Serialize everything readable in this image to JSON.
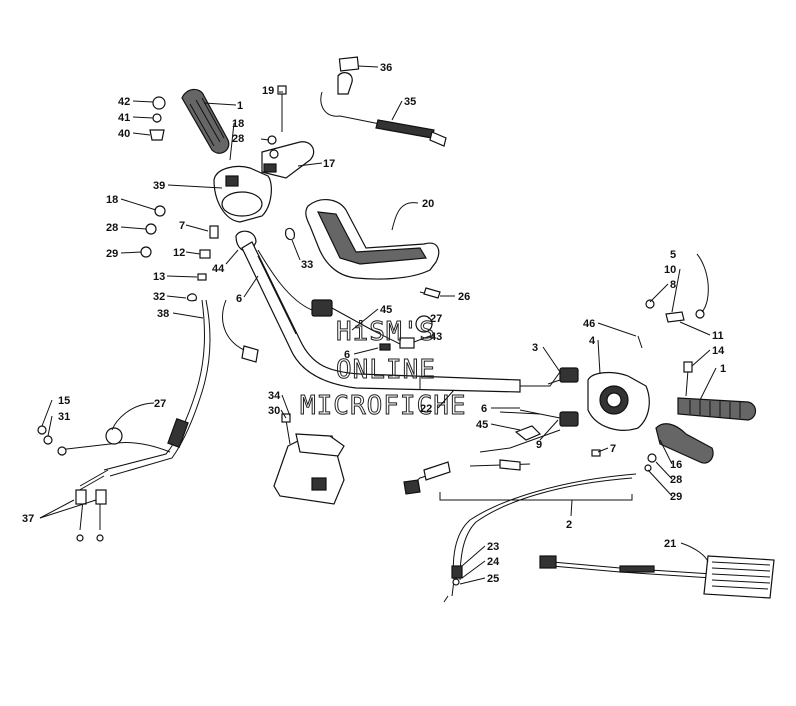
{
  "watermark": [
    "HiSM'S",
    "ONLINE",
    "MICROFICHE"
  ],
  "callouts": {
    "c1": "1",
    "c1b": "1",
    "c2": "2",
    "c3": "3",
    "c4": "4",
    "c5": "5",
    "c6a": "6",
    "c6b": "6",
    "c6c": "6",
    "c7a": "7",
    "c7b": "7",
    "c8": "8",
    "c9": "9",
    "c10": "10",
    "c11": "11",
    "c12": "12",
    "c13": "13",
    "c14": "14",
    "c15": "15",
    "c16": "16",
    "c17": "17",
    "c18a": "18",
    "c18b": "18",
    "c19": "19",
    "c20": "20",
    "c21": "21",
    "c22": "22",
    "c23": "23",
    "c24": "24",
    "c25": "25",
    "c26": "26",
    "c27a": "27",
    "c27b": "27",
    "c28a": "28",
    "c28b": "28",
    "c28c": "28",
    "c29a": "29",
    "c29b": "29",
    "c30": "30",
    "c31": "31",
    "c32": "32",
    "c33": "33",
    "c34": "34",
    "c35": "35",
    "c36": "36",
    "c37": "37",
    "c38": "38",
    "c39": "39",
    "c40": "40",
    "c41": "41",
    "c42": "42",
    "c43": "43",
    "c44": "44",
    "c45a": "45",
    "c45b": "45",
    "c46": "46"
  }
}
